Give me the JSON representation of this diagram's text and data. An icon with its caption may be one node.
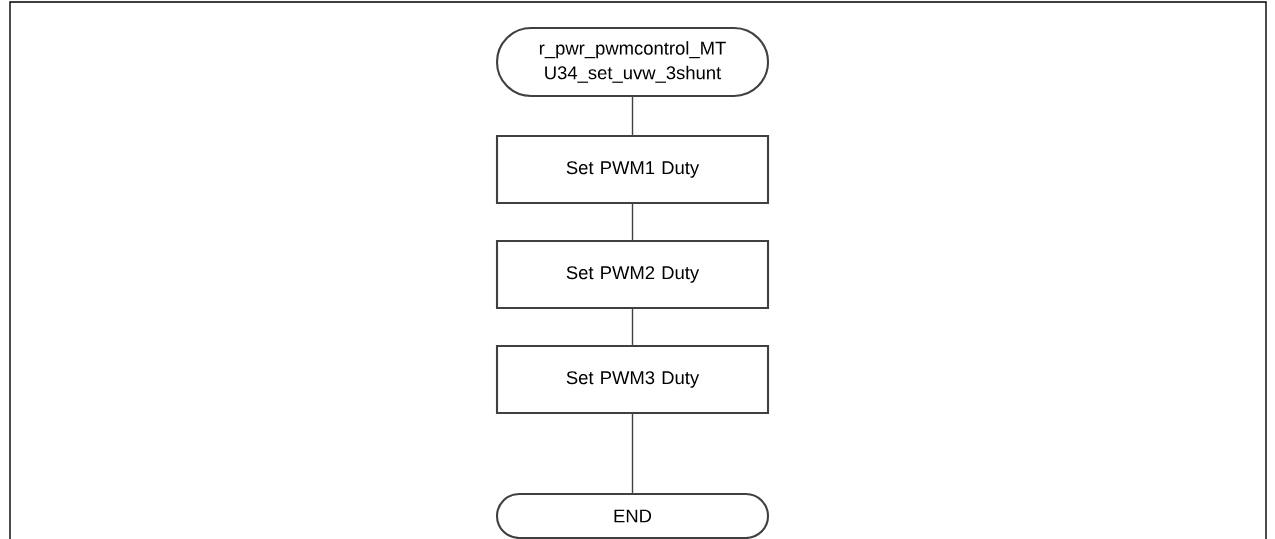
{
  "diagram": {
    "nodes": [
      {
        "text": [
          "r_pwr_pwmcontrol_MT U34_set_uvw_3shunt"
        ]
      },
      {
        "text": [
          "Set PWM1 Duty"
        ]
      },
      {
        "text": [
          "Set PWM2 Duty"
        ]
      },
      {
        "text": [
          "Set PWM3 Duty"
        ]
      },
      {
        "text": [
          "END"
        ]
      }
    ],
    "edges": [
      {
        "from": 0,
        "to": 1,
        "arrow": "none"
      },
      {
        "from": 1,
        "to": 2,
        "arrow": "none"
      },
      {
        "from": 2,
        "to": 3,
        "arrow": "none"
      },
      {
        "from": 3,
        "to": 4,
        "arrow": "none"
      }
    ]
  }
}
